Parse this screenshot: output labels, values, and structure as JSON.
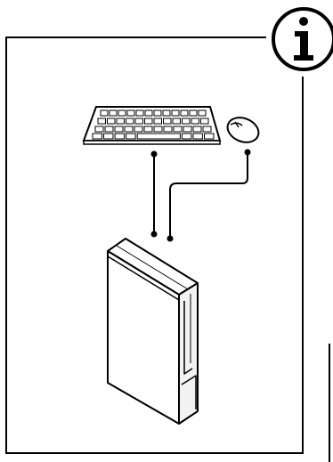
{
  "diagram": {
    "info_badge": {
      "icon": "info-icon",
      "glyph": "i"
    },
    "devices": [
      {
        "name": "keyboard",
        "icon": "keyboard-icon"
      },
      {
        "name": "mouse",
        "icon": "mouse-icon"
      },
      {
        "name": "computer-tower",
        "icon": "desktop-tower-icon"
      }
    ],
    "connections": [
      {
        "from": "keyboard",
        "to": "computer-tower"
      },
      {
        "from": "mouse",
        "to": "computer-tower"
      }
    ],
    "colors": {
      "line": "#000000",
      "fill": "#ffffff",
      "tower_side": "#f2f2f2"
    }
  }
}
